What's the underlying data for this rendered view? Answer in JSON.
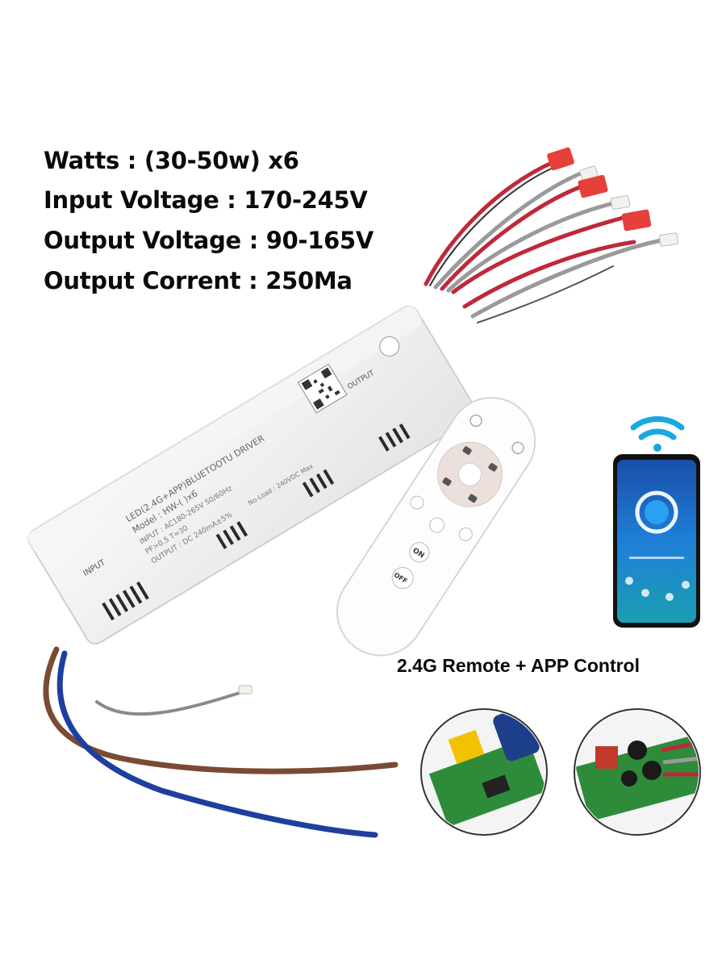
{
  "specs": {
    "watts": "Watts : (30-50w) x6",
    "input_voltage": "Input Voltage : 170-245V",
    "output_voltage": "Output Voltage : 90-165V",
    "output_current": "Output Corrent : 250Ma"
  },
  "caption": "2.4G Remote + APP Control",
  "driver_label": {
    "line1": "LED(2.4G+APP)BLUETOOTU DRIVER",
    "line2": "Model : HW-(      )x6",
    "line3": "INPUT : AC180-265V 50/60Hz",
    "line4": "PF>0.5 T=30",
    "line5": "OUTPUT : DC 240mA±5%",
    "line6": "No-Load : 240VDC Max",
    "input_mark": "INPUT",
    "output_mark": "OUTPUT"
  },
  "remote_buttons": {
    "on": "ON",
    "off": "OFF"
  },
  "colors": {
    "wire_red": "#c0283a",
    "wire_gray": "#8a8a8a",
    "wire_brown": "#7a4a35",
    "wire_blue": "#1e3fa0",
    "connector_red": "#e5403a",
    "pcb_green": "#2e8b3a",
    "phone_screen": "#1f6fd0",
    "wifi_blue": "#1aa7e0"
  },
  "icons": [
    "wifi-icon",
    "phone-app-icon",
    "remote-control-icon",
    "qr-code-icon"
  ]
}
